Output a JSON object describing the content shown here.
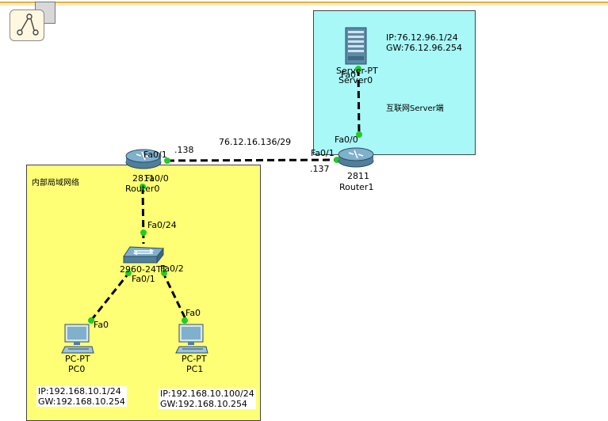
{
  "areas": {
    "lan_label": "内部局域网络",
    "inet_label": "互联网Server端"
  },
  "server": {
    "model": "Server-PT",
    "name": "Server0",
    "port": "Fa0",
    "ip": "IP:76.12.96.1/24",
    "gw": "GW:76.12.96.254"
  },
  "router1": {
    "model": "2811",
    "name": "Router1",
    "port_up": "Fa0/0",
    "port_left": "Fa0/1",
    "ip_suffix": ".137"
  },
  "router0": {
    "model": "2811",
    "name": "Router0",
    "port_right": "Fa0/1",
    "port_down": "Fa0/0",
    "ip_suffix": ".138"
  },
  "wan_link": {
    "subnet": "76.12.16.136/29"
  },
  "switch": {
    "model": "2960-24TT",
    "port_up": "Fa0/24",
    "port_left": "Fa0/1",
    "port_right": "Fa0/2"
  },
  "pc0": {
    "model": "PC-PT",
    "name": "PC0",
    "port": "Fa0",
    "ip": "IP:192.168.10.1/24",
    "gw": "GW:192.168.10.254"
  },
  "pc1": {
    "model": "PC-PT",
    "name": "PC1",
    "port": "Fa0",
    "ip": "IP:192.168.10.100/24",
    "gw": "GW:192.168.10.254"
  },
  "colors": {
    "lan_area": "#ffff76",
    "inet_area": "#a8f8f8",
    "link_up": "#22cc22",
    "link": "#000000"
  }
}
